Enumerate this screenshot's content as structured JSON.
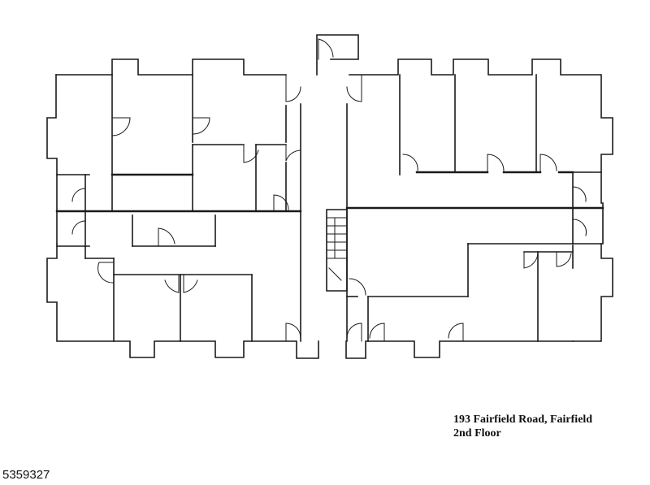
{
  "caption": {
    "address": "193 Fairfield Road, Fairfield",
    "floor": "2nd Floor"
  },
  "listing_id": "5359327"
}
